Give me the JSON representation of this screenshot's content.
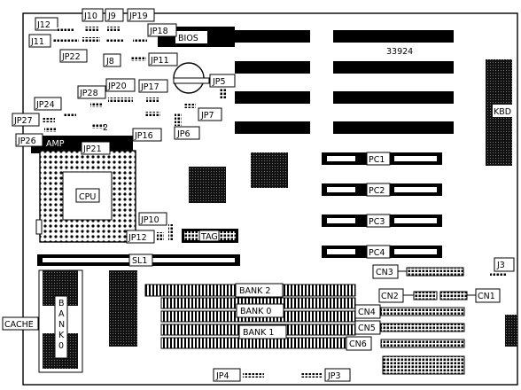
{
  "board": {
    "id_number": "33924",
    "chips": {
      "bios": "BIOS",
      "cpu": "CPU",
      "amp": "AMP",
      "tag": "TAG",
      "keyboard": "KBD"
    },
    "slots": {
      "pc1": "PC1",
      "pc2": "PC2",
      "pc3": "PC3",
      "pc4": "PC4",
      "sl1": "SL1"
    },
    "memory": {
      "bank0": "BANK 0",
      "bank1": "BANK 1",
      "bank2": "BANK 2",
      "cache": "CACHE",
      "cache_bank": [
        "B",
        "A",
        "N",
        "K",
        "0"
      ]
    },
    "connectors": {
      "cn1": "CN1",
      "cn2": "CN2",
      "cn3": "CN3",
      "cn4": "CN4",
      "cn5": "CN5",
      "cn6": "CN6"
    },
    "jumpers": {
      "j3": "J3",
      "j8": "J8",
      "j9": "J9",
      "j10": "J10",
      "j11": "J11",
      "j12": "J12",
      "jp3": "JP3",
      "jp4": "JP4",
      "jp5": "JP5",
      "jp6": "JP6",
      "jp7": "JP7",
      "jp10": "JP10",
      "jp11": "JP11",
      "jp12": "JP12",
      "jp16": "JP16",
      "jp17": "JP17",
      "jp18": "JP18",
      "jp19": "JP19",
      "jp20": "JP20",
      "jp21": "JP21",
      "jp22": "JP22",
      "jp24": "JP24",
      "jp26": "JP26",
      "jp27": "JP27",
      "jp28": "JP28",
      "jp28_pin": "2"
    }
  }
}
